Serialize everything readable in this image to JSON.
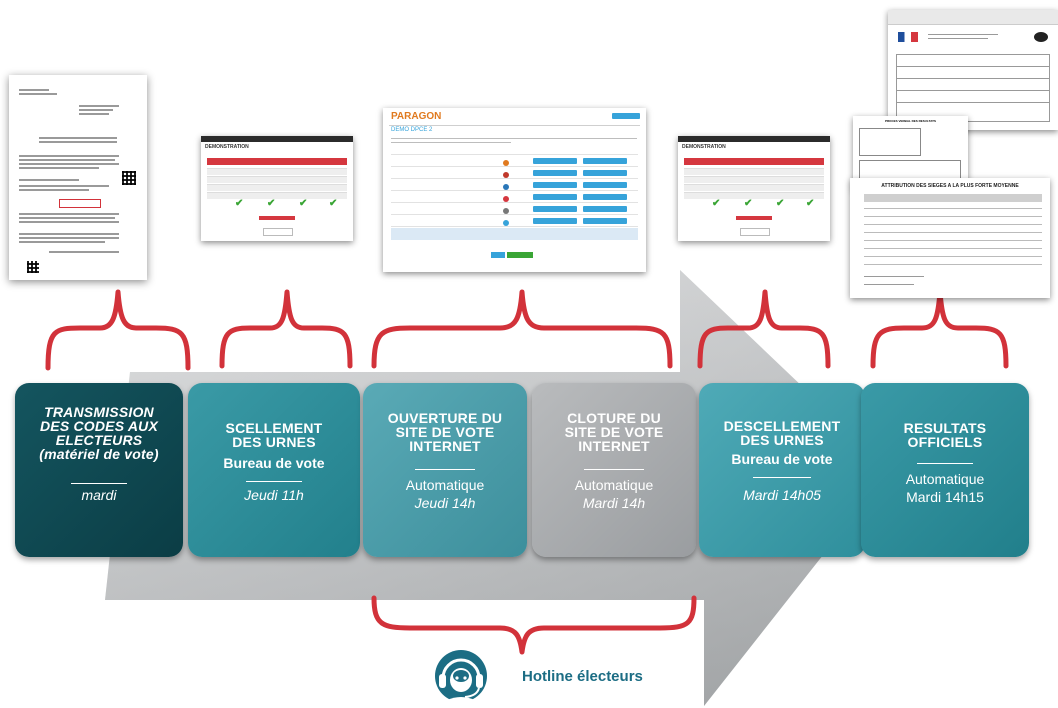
{
  "colors": {
    "bracket": "#d2323a",
    "stage1": "#0f4c55",
    "stage2": "#2e8c98",
    "stage3": "#4c9daa",
    "stage4": "#a9acae",
    "stage5": "#3ea0ad",
    "stage6": "#2f8e9b",
    "arrow": "#b7b9bb",
    "hotline": "#1c6d84"
  },
  "thumbnails": {
    "ballot_app": {
      "brand": "PARAGON",
      "poll_title": "DEMO DPCE 2"
    },
    "demo_screen_left": {
      "title": "DEMONSTRATION"
    },
    "demo_screen_right": {
      "title": "DEMONSTRATION"
    },
    "results_sheet": {
      "title": "ATTRIBUTION DES SIEGES A LA PLUS FORTE MOYENNE"
    },
    "pv_sheet": {
      "title": "PROCES VERBAL DES RESULTATS"
    }
  },
  "stages": [
    {
      "title": "TRANSMISSION\nDES CODES AUX\nELECTEURS\n(matériel de vote)",
      "sub": "",
      "time": "mardi"
    },
    {
      "title": "SCELLEMENT\nDES URNES",
      "sub": "Bureau de vote",
      "time": "Jeudi 11h"
    },
    {
      "title": "OUVERTURE DU\nSITE DE VOTE\nINTERNET",
      "sub": "Automatique",
      "time": "Jeudi 14h"
    },
    {
      "title": "CLOTURE DU\nSITE DE VOTE\nINTERNET",
      "sub": "Automatique",
      "time": "Mardi 14h"
    },
    {
      "title": "DESCELLEMENT\nDES URNES",
      "sub": "Bureau de vote",
      "time": "Mardi 14h05"
    },
    {
      "title": "RESULTATS\nOFFICIELS",
      "sub": "Automatique",
      "time": "Mardi 14h15"
    }
  ],
  "hotline": {
    "label": "Hotline électeurs",
    "icon": "headset-agent-icon"
  }
}
